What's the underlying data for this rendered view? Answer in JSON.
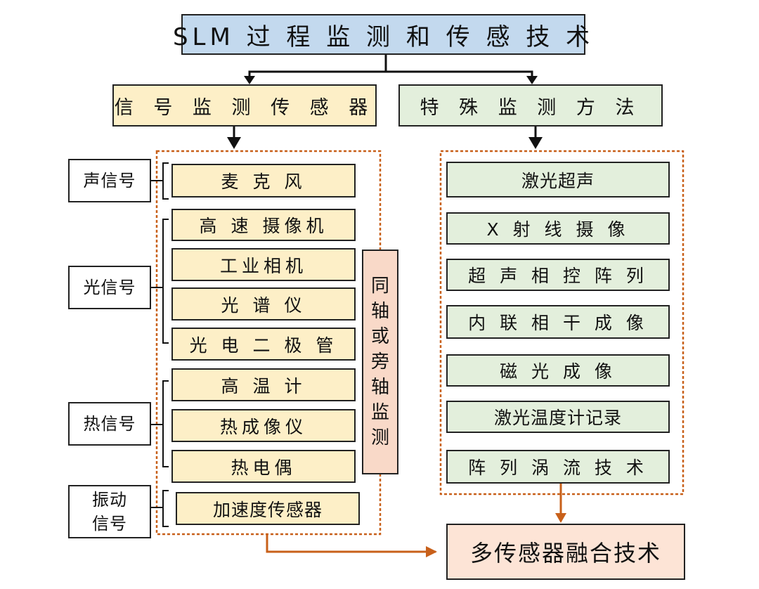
{
  "diagram": {
    "title": "SLM 过 程 监 测 和 传 感 技 术",
    "left_branch": {
      "header": "信 号 监 测 传 感 器",
      "categories": [
        {
          "label": "声信号",
          "items": [
            "麦 克 风"
          ]
        },
        {
          "label": "光信号",
          "items": [
            "高 速 摄像机",
            "工业相机",
            "光 谱 仪",
            "光 电 二 极 管"
          ]
        },
        {
          "label": "热信号",
          "items": [
            "高 温 计",
            "热成像仪",
            "热电偶"
          ]
        },
        {
          "label": "振动\n信号",
          "items": [
            "加速度传感器"
          ]
        }
      ],
      "side_label": "同轴或旁轴监测"
    },
    "right_branch": {
      "header": "特 殊 监 测 方 法",
      "items": [
        "激光超声",
        "X 射 线 摄 像",
        "超 声 相 控 阵 列",
        "内 联 相 干 成 像",
        "磁 光 成 像",
        "激光温度计记录",
        "阵 列 涡 流 技 术"
      ]
    },
    "fusion": "多传感器融合技术"
  }
}
